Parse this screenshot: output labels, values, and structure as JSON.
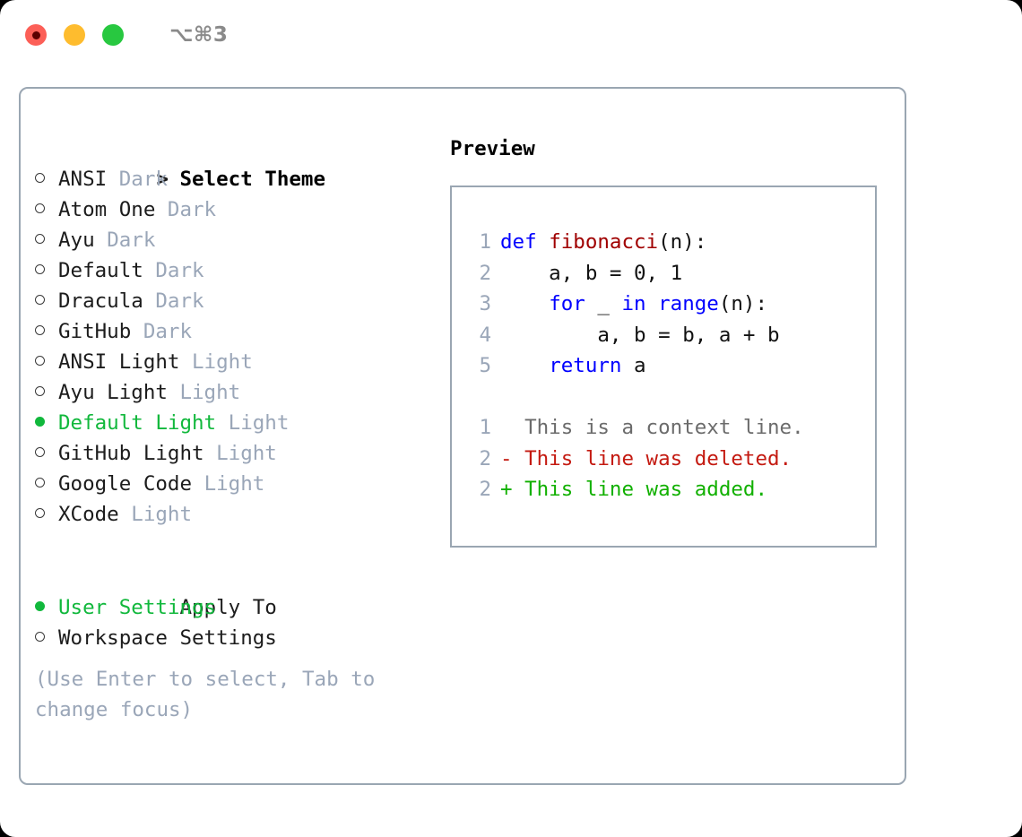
{
  "titlebar": {
    "lights": [
      {
        "name": "close-button",
        "color": "#fc5f57"
      },
      {
        "name": "minimize-button",
        "color": "#febc2e"
      },
      {
        "name": "maximize-button",
        "color": "#28c840"
      }
    ],
    "shortcut": "⌥⌘3"
  },
  "theme_panel": {
    "header_marker": ">",
    "header_label": "Select Theme",
    "items": [
      {
        "marker": "o",
        "name": "ANSI",
        "tag": "Dark",
        "selected": false
      },
      {
        "marker": "o",
        "name": "Atom One",
        "tag": "Dark",
        "selected": false
      },
      {
        "marker": "o",
        "name": "Ayu",
        "tag": "Dark",
        "selected": false
      },
      {
        "marker": "o",
        "name": "Default",
        "tag": "Dark",
        "selected": false
      },
      {
        "marker": "o",
        "name": "Dracula",
        "tag": "Dark",
        "selected": false
      },
      {
        "marker": "o",
        "name": "GitHub",
        "tag": "Dark",
        "selected": false
      },
      {
        "marker": "o",
        "name": "ANSI Light",
        "tag": "Light",
        "selected": false
      },
      {
        "marker": "o",
        "name": "Ayu Light",
        "tag": "Light",
        "selected": false
      },
      {
        "marker": "●",
        "name": "Default Light",
        "tag": "Light",
        "selected": true
      },
      {
        "marker": "o",
        "name": "GitHub Light",
        "tag": "Light",
        "selected": false
      },
      {
        "marker": "o",
        "name": "Google Code",
        "tag": "Light",
        "selected": false
      },
      {
        "marker": "o",
        "name": "XCode",
        "tag": "Light",
        "selected": false
      }
    ]
  },
  "apply_to": {
    "header_label": "Apply To",
    "items": [
      {
        "marker": "●",
        "name": "User Settings",
        "selected": true
      },
      {
        "marker": "o",
        "name": "Workspace Settings",
        "selected": false
      }
    ]
  },
  "hint": "(Use Enter to select, Tab to change focus)",
  "preview": {
    "title": "Preview",
    "code_lines": [
      {
        "num": "1",
        "tokens": [
          {
            "t": "def ",
            "c": "kw"
          },
          {
            "t": "fibonacci",
            "c": "fn"
          },
          {
            "t": "(n):",
            "c": "pl"
          }
        ]
      },
      {
        "num": "2",
        "tokens": [
          {
            "t": "    a, b = 0, 1",
            "c": "pl"
          }
        ]
      },
      {
        "num": "3",
        "tokens": [
          {
            "t": "    ",
            "c": "pl"
          },
          {
            "t": "for",
            "c": "kw"
          },
          {
            "t": " _ ",
            "c": "pl"
          },
          {
            "t": "in",
            "c": "kw"
          },
          {
            "t": " ",
            "c": "pl"
          },
          {
            "t": "range",
            "c": "kw"
          },
          {
            "t": "(n):",
            "c": "pl"
          }
        ]
      },
      {
        "num": "4",
        "tokens": [
          {
            "t": "        a, b = b, a + b",
            "c": "pl"
          }
        ]
      },
      {
        "num": "5",
        "tokens": [
          {
            "t": "    ",
            "c": "pl"
          },
          {
            "t": "return",
            "c": "kw"
          },
          {
            "t": " a",
            "c": "pl"
          }
        ]
      }
    ],
    "diff_lines": [
      {
        "num": "1",
        "sign": " ",
        "text": " This is a context line.",
        "kind": "diff-ctx"
      },
      {
        "num": "2",
        "sign": "-",
        "text": " This line was deleted.",
        "kind": "diff-del"
      },
      {
        "num": "2",
        "sign": "+",
        "text": " This line was added.",
        "kind": "diff-add"
      }
    ]
  },
  "colors": {
    "accent_green": "#11b83c",
    "muted": "#9aa6b8",
    "border": "#9aa6b2",
    "keyword": "#0000ff",
    "function": "#a00000",
    "diff_added": "#11b000",
    "diff_deleted": "#c41a11"
  }
}
